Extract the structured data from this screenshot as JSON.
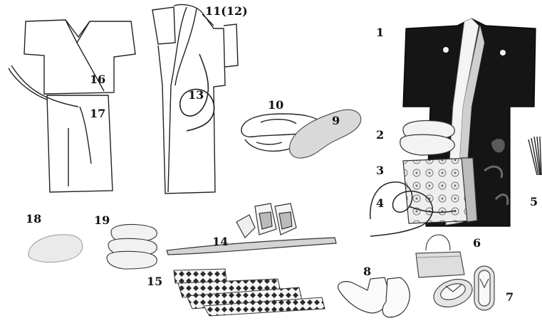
{
  "labels": {
    "n1": "1",
    "n2": "2",
    "n3": "3",
    "n4": "4",
    "n5": "5",
    "n6": "6",
    "n7": "7",
    "n8": "8",
    "n9": "9",
    "n10": "10",
    "n11": "11(12)",
    "n13": "13",
    "n14": "14",
    "n15": "15",
    "n16": "16",
    "n17": "17",
    "n18": "18",
    "n19": "19"
  },
  "items": [
    {
      "num": "1",
      "icon": "black-kimono-icon"
    },
    {
      "num": "2",
      "icon": "folded-cloth-icon"
    },
    {
      "num": "3",
      "icon": "obi-icon"
    },
    {
      "num": "4",
      "icon": "cord-icon"
    },
    {
      "num": "5",
      "icon": "folding-fan-icon"
    },
    {
      "num": "6",
      "icon": "handbag-icon"
    },
    {
      "num": "7",
      "icon": "zori-sandals-icon"
    },
    {
      "num": "8",
      "icon": "tabi-socks-icon"
    },
    {
      "num": "9",
      "icon": "obi-board-icon"
    },
    {
      "num": "10",
      "icon": "obi-pillow-icon"
    },
    {
      "num": "11(12)",
      "icon": "under-kimono-icon"
    },
    {
      "num": "13",
      "icon": "tie-cord-icon"
    },
    {
      "num": "14",
      "icon": "strings-and-clips-icon"
    },
    {
      "num": "15",
      "icon": "patterned-cloths-icon"
    },
    {
      "num": "16",
      "icon": "undershirt-icon"
    },
    {
      "num": "17",
      "icon": "underskirt-icon"
    },
    {
      "num": "18",
      "icon": "pad-icon"
    },
    {
      "num": "19",
      "icon": "towels-icon"
    }
  ],
  "colors": {
    "ink": "#111111",
    "line": "#333333",
    "kimono": "#151515",
    "lining": "#f4f4f4"
  }
}
